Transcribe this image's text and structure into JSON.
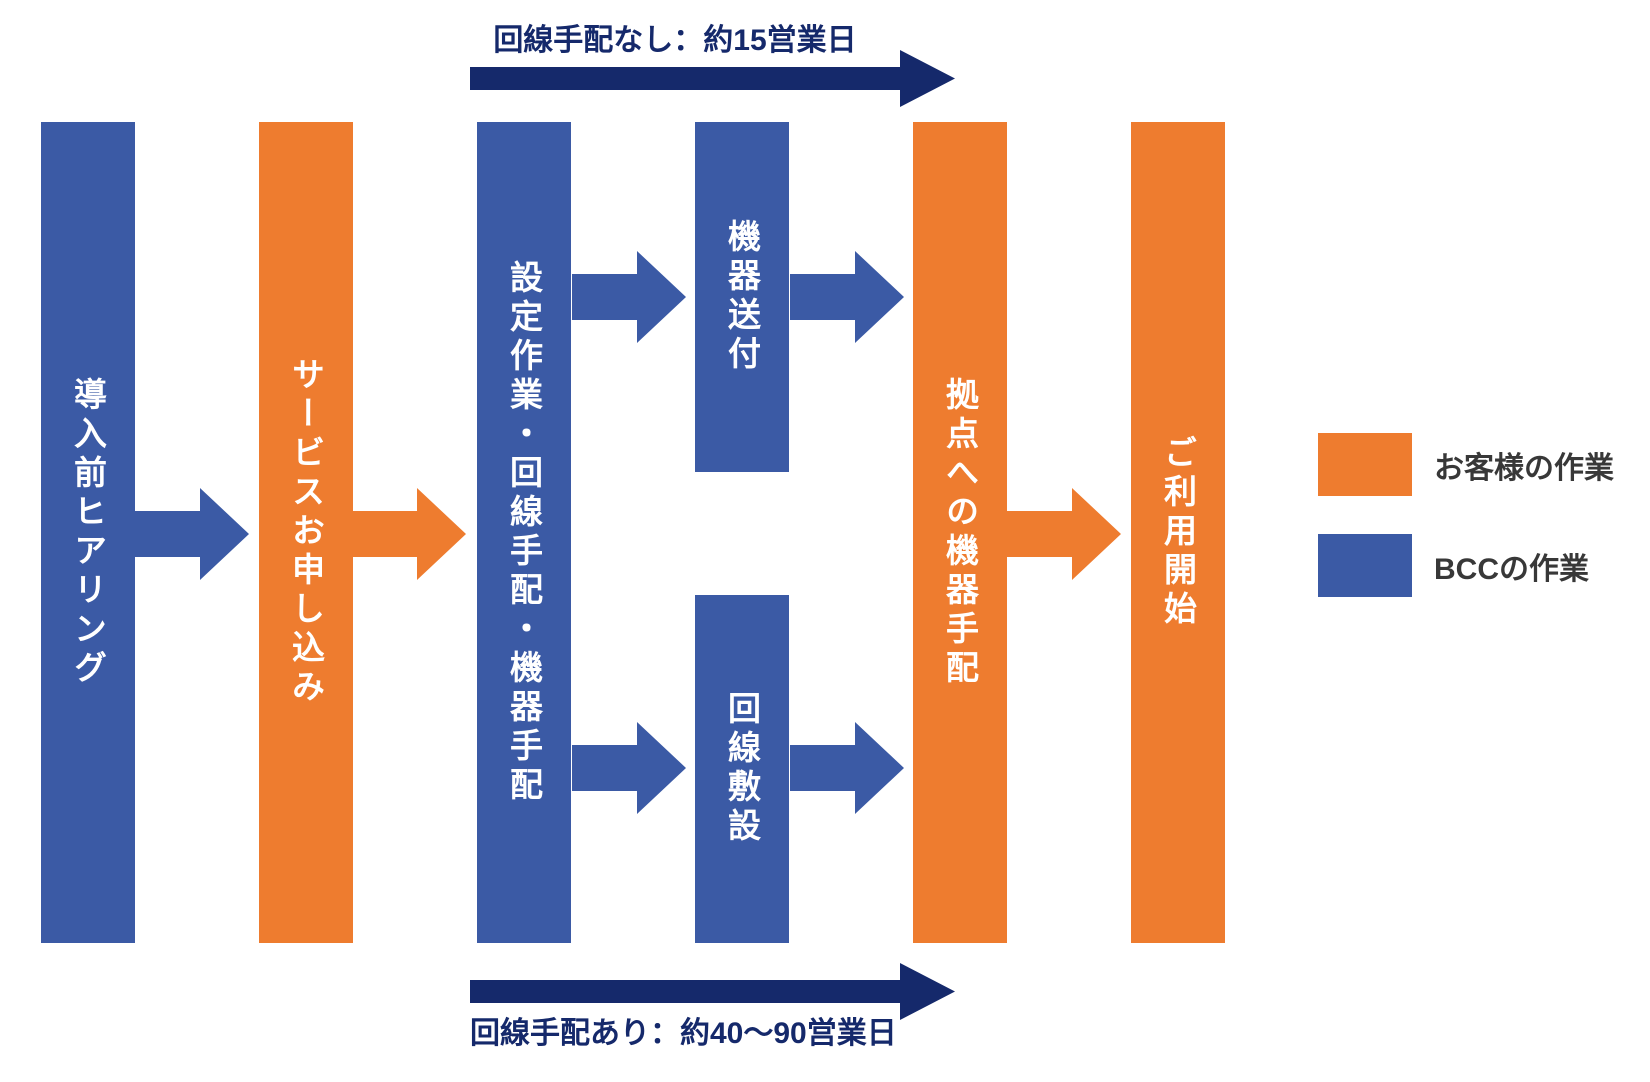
{
  "timelines": {
    "top": "回線手配なし：約15営業日",
    "bottom": "回線手配あり：約40〜90営業日"
  },
  "steps": [
    {
      "label": "導入前ヒアリング",
      "owner": "BCC"
    },
    {
      "label": "サービスお申し込み",
      "owner": "お客様"
    },
    {
      "label": "設定作業・回線手配・機器手配",
      "owner": "BCC"
    },
    {
      "label": "機器送付",
      "owner": "BCC"
    },
    {
      "label": "回線敷設",
      "owner": "BCC"
    },
    {
      "label": "拠点への機器手配",
      "owner": "お客様"
    },
    {
      "label": "ご利用開始",
      "owner": "お客様"
    }
  ],
  "legend": {
    "customer": {
      "label": "お客様の作業",
      "color": "#EE7C2F"
    },
    "bcc": {
      "label": "BCCの作業",
      "color": "#3B5AA5"
    }
  },
  "colors": {
    "blue": "#3B5AA5",
    "orange": "#EE7C2F",
    "navy": "#15296B",
    "legend_text": "#383838",
    "bar_text": "#FFFFFF",
    "background": "#FFFFFF"
  }
}
